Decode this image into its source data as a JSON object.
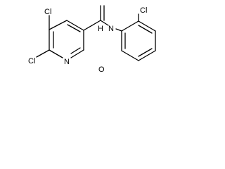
{
  "molecule": {
    "atom_labels": {
      "cl_top_ring": "Cl",
      "cl_left_ring": "Cl",
      "ring_nitrogen": "N",
      "amide_nitrogen": "N",
      "amide_hydrogen": "H",
      "carbonyl_oxygen": "O",
      "cl_phenyl": "Cl"
    }
  }
}
